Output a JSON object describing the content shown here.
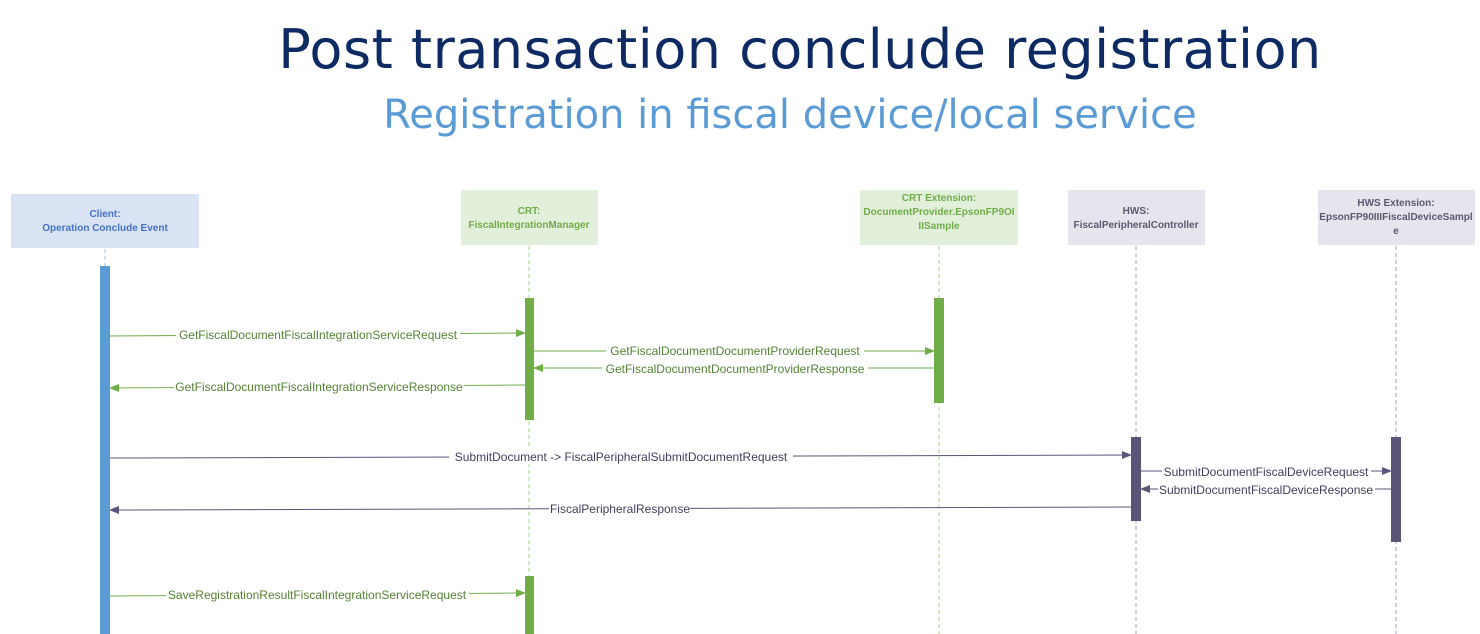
{
  "header": {
    "title": "Post transaction conclude registration",
    "subtitle": "Registration in fiscal device/local service"
  },
  "participants": [
    {
      "line1": "Client:",
      "line2": "Operation Conclude Event",
      "color": "#4472c4",
      "fill": "#dae3f3"
    },
    {
      "line1": "CRT:",
      "line2": "FiscalIntegrationManager",
      "color": "#70ad47",
      "fill": "#e2efda"
    },
    {
      "line1": "CRT Extension:",
      "line2": "DocumentProvider.EpsonFP9OI",
      "line3": "IISample",
      "color": "#70ad47",
      "fill": "#e2efda"
    },
    {
      "line1": "HWS:",
      "line2": "FiscalPeripheralController",
      "color": "#595970",
      "fill": "#e6e4ec"
    },
    {
      "line1": "HWS Extension:",
      "line2": "EpsonFP90IIIFiscalDeviceSampl",
      "line3": "e",
      "color": "#595970",
      "fill": "#e6e4ec"
    }
  ],
  "messages": [
    {
      "label": "GetFiscalDocumentFiscalIntegrationServiceRequest",
      "color": "#548235"
    },
    {
      "label": "GetFiscalDocumentDocumentProviderRequest",
      "color": "#548235"
    },
    {
      "label": "GetFiscalDocumentDocumentProviderResponse",
      "color": "#548235"
    },
    {
      "label": "GetFiscalDocumentFiscalIntegrationServiceResponse",
      "color": "#548235"
    },
    {
      "label": "SubmitDocument -> FiscalPeripheralSubmitDocumentRequest",
      "color": "#3f3f5f"
    },
    {
      "label": "SubmitDocumentFiscalDeviceRequest",
      "color": "#3f3f5f"
    },
    {
      "label": "SubmitDocumentFiscalDeviceResponse",
      "color": "#3f3f5f"
    },
    {
      "label": "FiscalPeripheralResponse",
      "color": "#3f3f5f"
    },
    {
      "label": "SaveRegistrationResultFiscalIntegrationServiceRequest",
      "color": "#548235"
    }
  ],
  "colors": {
    "client_bar": "#5b9bd5",
    "crt_bar": "#70ad47",
    "hws_bar": "#5b5478",
    "green_arrow": "#70ad47",
    "purple_arrow": "#5b5478"
  }
}
